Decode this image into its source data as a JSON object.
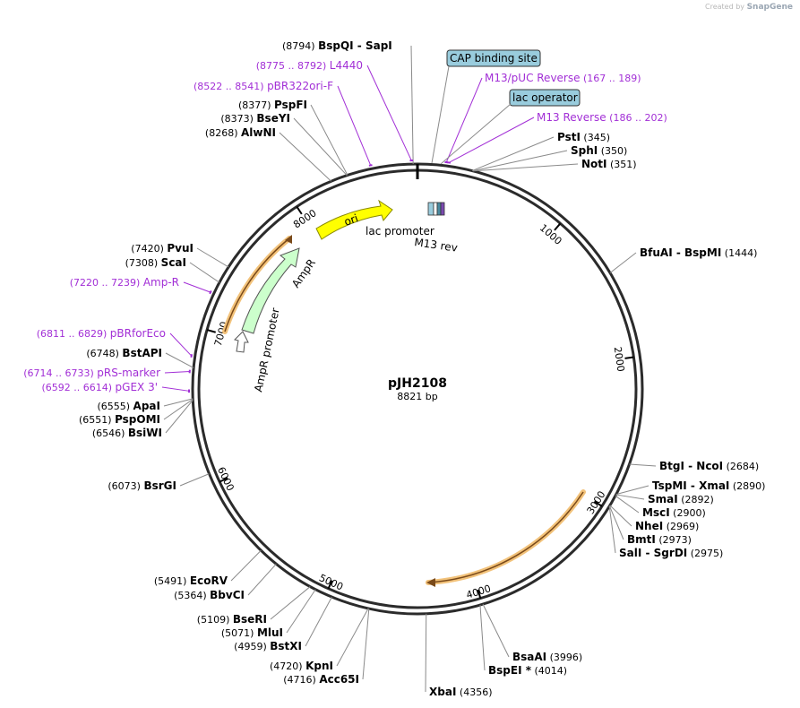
{
  "header": {
    "created_by": "Created by",
    "brand": "SnapGene"
  },
  "plasmid": {
    "name": "pJH2108",
    "size_label": "8821 bp",
    "length": 8821
  },
  "colors": {
    "backbone": "#2b2b2b",
    "enzyme_line": "#8a8a8a",
    "primer": "#a22fd6",
    "ori": "#ffff00",
    "ampr": "#ccffcc",
    "promoter": "#ffffff",
    "cap_box": "#99ccdd",
    "highlight": "#f2c27a",
    "arc_arrow": "#7a4a1a"
  },
  "ticks": [
    {
      "bp": 1000,
      "label": "1000"
    },
    {
      "bp": 2000,
      "label": "2000"
    },
    {
      "bp": 3000,
      "label": "3000"
    },
    {
      "bp": 4000,
      "label": "4000"
    },
    {
      "bp": 5000,
      "label": "5000"
    },
    {
      "bp": 6000,
      "label": "6000"
    },
    {
      "bp": 7000,
      "label": "7000"
    },
    {
      "bp": 8000,
      "label": "8000"
    }
  ],
  "enzyme_labels": [
    {
      "id": "bspqi",
      "bp": 8794,
      "label": "BspQI",
      "suffix": "SapI",
      "pos": "(8794)"
    },
    {
      "id": "pspfi",
      "bp": 8377,
      "label": "PspFI",
      "pos": "(8377)"
    },
    {
      "id": "bseyi",
      "bp": 8373,
      "label": "BseYI",
      "pos": "(8373)"
    },
    {
      "id": "alwni",
      "bp": 8268,
      "label": "AlwNI",
      "pos": "(8268)"
    },
    {
      "id": "psti",
      "bp": 345,
      "label": "PstI",
      "pos": "(345)"
    },
    {
      "id": "sphi",
      "bp": 350,
      "label": "SphI",
      "pos": "(350)"
    },
    {
      "id": "noti",
      "bp": 351,
      "label": "NotI",
      "pos": "(351)"
    },
    {
      "id": "bfuai",
      "bp": 1444,
      "label": "BfuAI",
      "suffix": "BspMI",
      "pos": "(1444)"
    },
    {
      "id": "bsrgi",
      "bp": 2684,
      "label": "BtgI",
      "suffix": "NcoI",
      "pos": "(2684)"
    },
    {
      "id": "tspmi",
      "bp": 2890,
      "label": "TspMI",
      "suffix": "XmaI",
      "pos": "(2890)"
    },
    {
      "id": "smai",
      "bp": 2892,
      "label": "SmaI",
      "pos": "(2892)"
    },
    {
      "id": "msci",
      "bp": 2900,
      "label": "MscI",
      "pos": "(2900)"
    },
    {
      "id": "nhei",
      "bp": 2969,
      "label": "NheI",
      "pos": "(2969)"
    },
    {
      "id": "bmti",
      "bp": 2973,
      "label": "BmtI",
      "pos": "(2973)"
    },
    {
      "id": "sali",
      "bp": 2975,
      "label": "SalI",
      "suffix": "SgrDI",
      "pos": "(2975)"
    },
    {
      "id": "bsaai",
      "bp": 3996,
      "label": "BsaAI",
      "pos": "(3996)"
    },
    {
      "id": "bspei",
      "bp": 4014,
      "label": "BspEI *",
      "pos": "(4014)"
    },
    {
      "id": "xbai",
      "bp": 4356,
      "label": "XbaI",
      "pos": "(4356)"
    },
    {
      "id": "kpni",
      "bp": 4720,
      "label": "KpnI",
      "pos": "(4720)"
    },
    {
      "id": "acc65i",
      "bp": 4716,
      "label": "Acc65I",
      "pos": "(4716)"
    },
    {
      "id": "bstxi",
      "bp": 4959,
      "label": "BstXI",
      "pos": "(4959)"
    },
    {
      "id": "mlui",
      "bp": 5071,
      "label": "MluI",
      "pos": "(5071)"
    },
    {
      "id": "bseri",
      "bp": 5109,
      "label": "BseRI",
      "pos": "(5109)"
    },
    {
      "id": "bbvci",
      "bp": 5364,
      "label": "BbvCI",
      "pos": "(5364)"
    },
    {
      "id": "ecorv",
      "bp": 5491,
      "label": "EcoRV",
      "pos": "(5491)"
    },
    {
      "id": "bsrgi2",
      "bp": 6073,
      "label": "BsrGI",
      "pos": "(6073)"
    },
    {
      "id": "bsiwi",
      "bp": 6546,
      "label": "BsiWI",
      "pos": "(6546)"
    },
    {
      "id": "pspomi",
      "bp": 6551,
      "label": "PspOMI",
      "pos": "(6551)"
    },
    {
      "id": "apai",
      "bp": 6555,
      "label": "ApaI",
      "pos": "(6555)"
    },
    {
      "id": "bstapi",
      "bp": 6748,
      "label": "BstAPI",
      "pos": "(6748)"
    },
    {
      "id": "scai",
      "bp": 7308,
      "label": "ScaI",
      "pos": "(7308)"
    },
    {
      "id": "pvui",
      "bp": 7420,
      "label": "PvuI",
      "pos": "(7420)"
    }
  ],
  "primer_labels": [
    {
      "id": "l4440",
      "name": "L4440",
      "range": "(8775 .. 8792)",
      "bp": 8784
    },
    {
      "id": "pbr322",
      "name": "pBR322ori-F",
      "range": "(8522 .. 8541)",
      "bp": 8531
    },
    {
      "id": "m13puc",
      "name": "M13/pUC Reverse",
      "range": "(167 .. 189)",
      "bp": 178
    },
    {
      "id": "m13rev",
      "name": "M13 Reverse",
      "range": "(186 .. 202)",
      "bp": 194
    },
    {
      "id": "ampr_p",
      "name": "Amp-R",
      "range": "(7220 .. 7239)",
      "bp": 7229
    },
    {
      "id": "pbrforeco",
      "name": "pBRforEco",
      "range": "(6811 .. 6829)",
      "bp": 6820
    },
    {
      "id": "prs",
      "name": "pRS-marker",
      "range": "(6714 .. 6733)",
      "bp": 6723
    },
    {
      "id": "pgex",
      "name": "pGEX 3'",
      "range": "(6592 .. 6614)",
      "bp": 6603
    }
  ],
  "boxed_labels": [
    {
      "id": "cap",
      "text": "CAP binding site"
    },
    {
      "id": "lacop",
      "text": "lac operator"
    }
  ],
  "features": {
    "ori": "ori",
    "ampr": "AmpR",
    "ampr_promoter": "AmpR promoter",
    "lac_promoter": "lac promoter",
    "m13_rev": "M13 rev"
  }
}
